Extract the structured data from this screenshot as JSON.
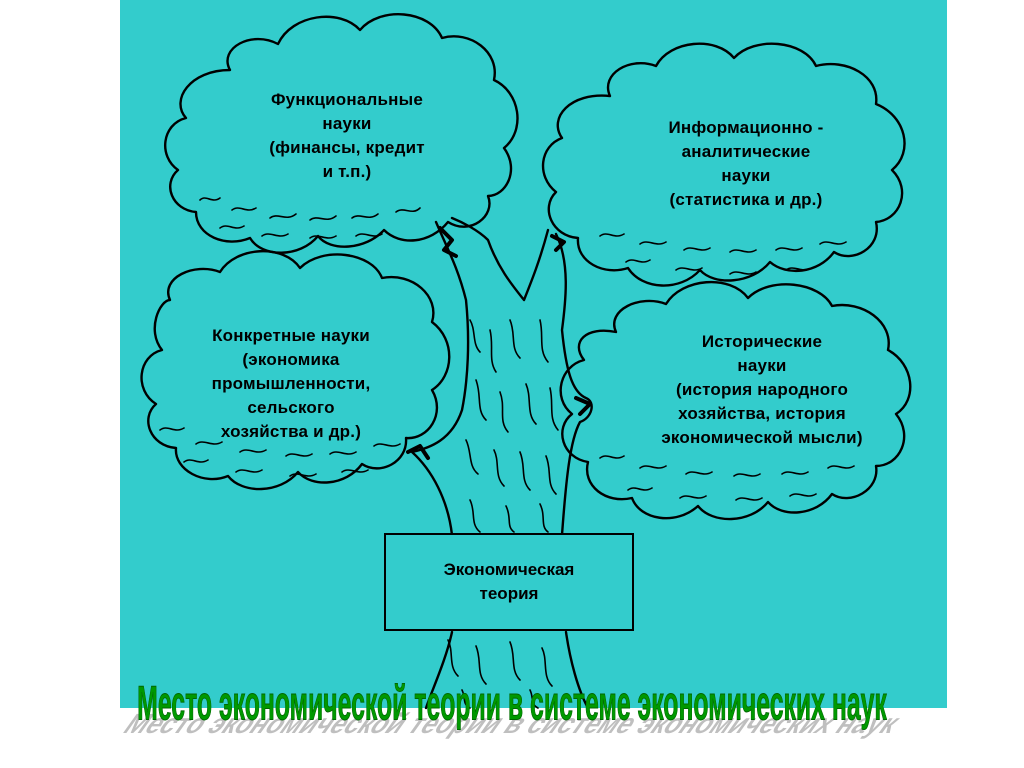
{
  "colors": {
    "panel": "#33CCCC",
    "caption": "#009900",
    "caption_shadow": "#BFBFBF",
    "ink": "#000000"
  },
  "crowns": {
    "functional": {
      "lines": [
        "Функциональные",
        "науки",
        "(финансы, кредит",
        "и т.п.)"
      ]
    },
    "informational": {
      "lines": [
        "Информационно -",
        "аналитические",
        "науки",
        "(статистика и др.)"
      ]
    },
    "concrete": {
      "lines": [
        "Конкретные науки",
        "(экономика",
        "промышленности,",
        "сельского",
        "хозяйства и др.)"
      ]
    },
    "historical": {
      "lines": [
        "Исторические",
        "науки",
        "(история народного",
        "хозяйства, история",
        "экономической мысли)"
      ]
    }
  },
  "trunk_box": {
    "lines": [
      "Экономическая",
      "теория"
    ]
  },
  "caption": "Место экономической теории в системе экономических наук"
}
